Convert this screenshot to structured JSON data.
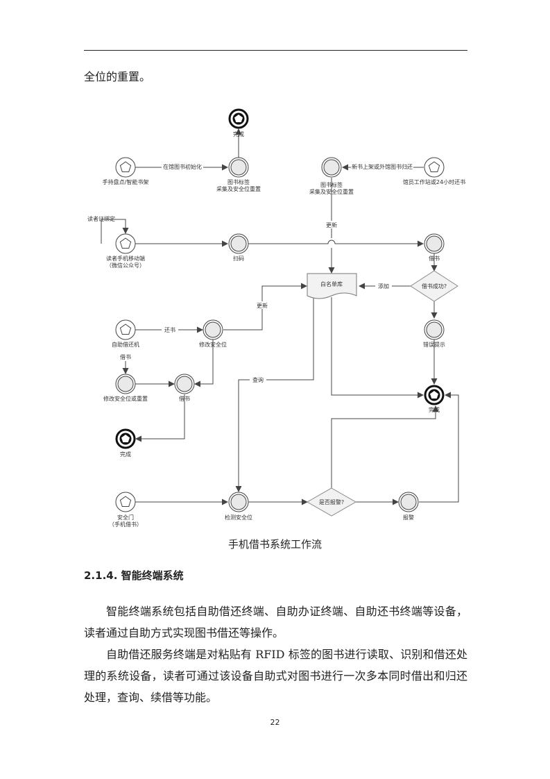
{
  "lead_text": "全位的重置。",
  "diagram": {
    "nodes": [
      {
        "id": "done_top",
        "type": "end",
        "label": "完成"
      },
      {
        "id": "handheld",
        "type": "start",
        "label": "手持盘点/智能书架"
      },
      {
        "id": "tag1",
        "type": "task",
        "label": "图书标签",
        "label2": "采集及安全位重置"
      },
      {
        "id": "tag2",
        "type": "task",
        "label": "图书标签",
        "label2": "采集及安全位重置"
      },
      {
        "id": "workstation",
        "type": "start",
        "label": "馆员工作站或24小时还书"
      },
      {
        "id": "mobile",
        "type": "start",
        "label": "读者手机移动端",
        "label2": "（微信公众号）"
      },
      {
        "id": "scan",
        "type": "task",
        "label": "扫码"
      },
      {
        "id": "borrow_right",
        "type": "task",
        "label": "借书"
      },
      {
        "id": "whitelist",
        "type": "doc",
        "label": "白名单库"
      },
      {
        "id": "success",
        "type": "decision",
        "label": "借书成功?"
      },
      {
        "id": "kiosk",
        "type": "start",
        "label": "自助借还机"
      },
      {
        "id": "modify",
        "type": "task",
        "label": "修改安全位"
      },
      {
        "id": "error",
        "type": "task",
        "label": "错误提示"
      },
      {
        "id": "modify_reset",
        "type": "task",
        "label": "修改安全位或重置"
      },
      {
        "id": "borrow_mid",
        "type": "task",
        "label": "借书"
      },
      {
        "id": "done_right",
        "type": "end",
        "label": "完成"
      },
      {
        "id": "done_left",
        "type": "end",
        "label": "完成"
      },
      {
        "id": "gate",
        "type": "start",
        "label": "安全门",
        "label2": "（手机借书）"
      },
      {
        "id": "check",
        "type": "task",
        "label": "检测安全位"
      },
      {
        "id": "alarm_q",
        "type": "decision",
        "label": "是否报警?"
      },
      {
        "id": "alarm",
        "type": "task",
        "label": "报警"
      }
    ],
    "edge_labels": {
      "init": "在馆图书初始化",
      "new_return": "新书上架或外馆图书归还",
      "bind": "读者证绑定",
      "update1": "更新",
      "add": "添加",
      "update2": "更新",
      "return_book": "还书",
      "borrow_book": "借书",
      "query": "查询"
    }
  },
  "caption": "手机借书系统工作流",
  "section_heading": "2.1.4. 智能终端系统",
  "paragraphs": [
    "智能终端系统包括自助借还终端、自助办证终端、自助还书终端等设备，读者通过自助方式实现图书借还等操作。",
    "自助借还服务终端是对粘贴有 RFID 标签的图书进行读取、识别和借还处理的系统设备，读者可通过该设备自助式对图书进行一次多本同时借出和归还处理，查询、续借等功能。"
  ],
  "page_number": "22"
}
